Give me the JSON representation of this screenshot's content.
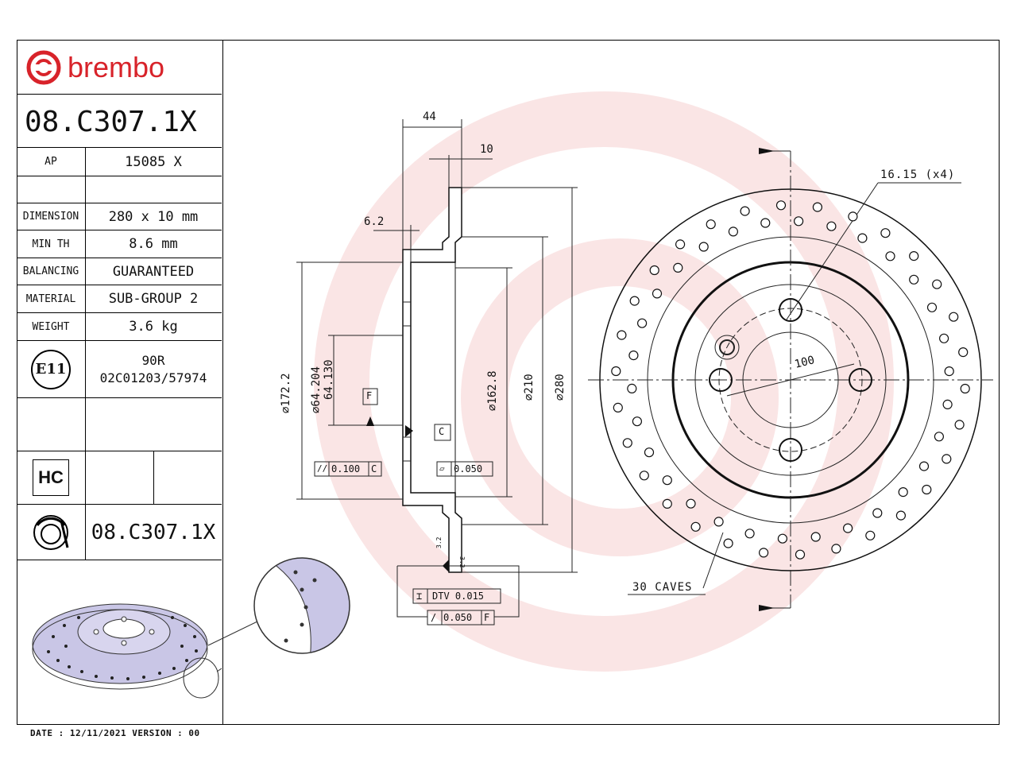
{
  "brand": {
    "name": "brembo",
    "color": "#d8232a"
  },
  "part_number": "08.C307.1X",
  "ap": {
    "label": "AP",
    "value": "15085 X"
  },
  "specs": [
    {
      "label": "DIMENSION",
      "value": "280 x 10 mm"
    },
    {
      "label": "MIN TH",
      "value": "8.6 mm"
    },
    {
      "label": "BALANCING",
      "value": "GUARANTEED"
    },
    {
      "label": "MATERIAL",
      "value": "SUB-GROUP 2"
    },
    {
      "label": "WEIGHT",
      "value": "3.6 kg"
    }
  ],
  "certification": {
    "mark": "E11",
    "line1": "90R",
    "line2": "02C01203/57974"
  },
  "hc_label": "HC",
  "footer_part_number": "08.C307.1X",
  "date_line": "DATE : 12/11/2021 VERSION : 00",
  "dimensions": {
    "overall_width": "44",
    "thickness": "10",
    "hat_step": "6.2",
    "d_172": "⌀172.2",
    "d_64_max": "⌀64.204",
    "d_64_min": "64.130",
    "d_162": "⌀162.8",
    "d_210": "⌀210",
    "d_280": "⌀280",
    "bolt_holes": "16.15 (x4)",
    "pcd": "100",
    "caves": "30 CAVES",
    "datum_f": "F",
    "datum_c": "C",
    "tol_parallel": "0.100",
    "tol_parallel_ref": "C",
    "tol_flat": "0.050",
    "tol_dtv_label": "DTV 0.015",
    "tol_runout": "0.050",
    "tol_runout_ref": "F",
    "surface_left": "3.2",
    "surface_right": "3.2"
  },
  "colors": {
    "line": "#222222",
    "watermark": "#f3c7c7",
    "disc_fill": "#c9c6e6"
  }
}
